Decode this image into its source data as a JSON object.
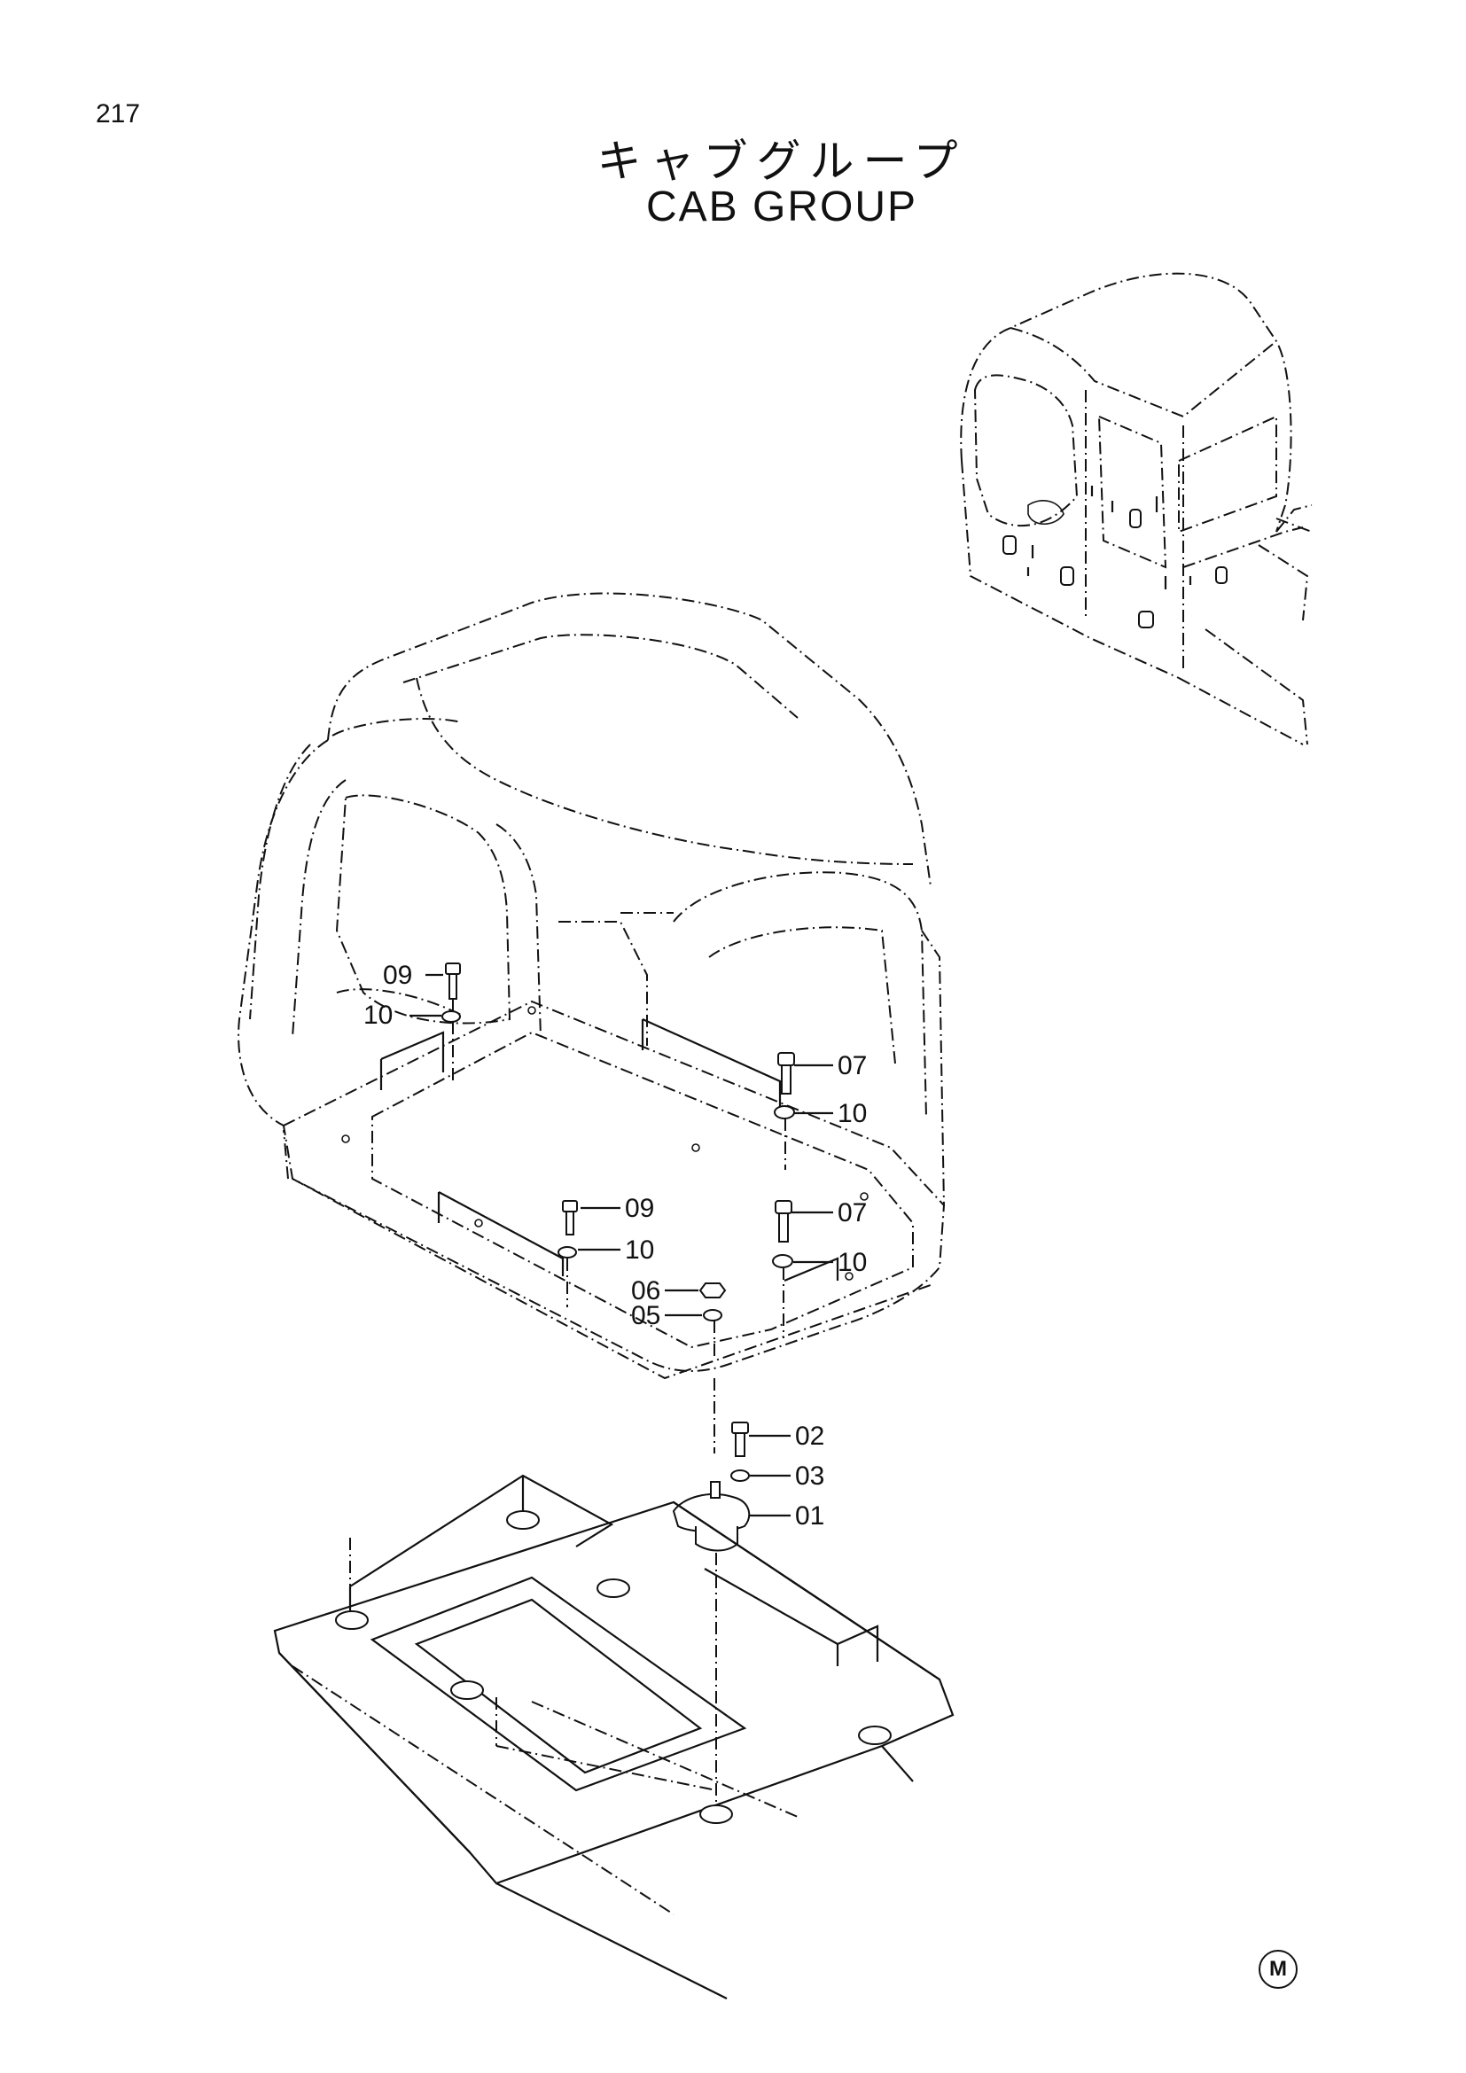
{
  "page_number": "217",
  "title_jp": "キャブグループ",
  "title_en": "CAB GROUP",
  "mark": "M",
  "callouts": {
    "c09a": "09",
    "c10a": "10",
    "c07a": "07",
    "c10b": "10",
    "c09b": "09",
    "c10c": "10",
    "c07b": "07",
    "c10d": "10",
    "c06": "06",
    "c05": "05",
    "c02": "02",
    "c03": "03",
    "c01": "01"
  }
}
